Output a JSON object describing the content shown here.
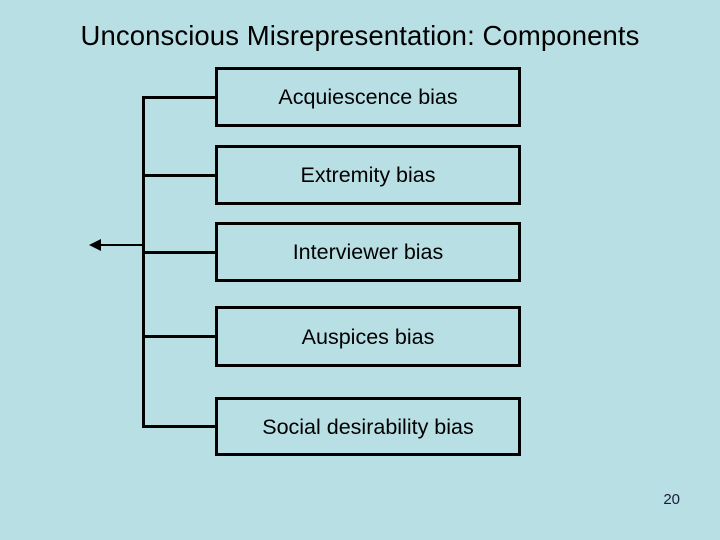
{
  "slide": {
    "title": "Unconscious Misrepresentation: Components",
    "page_number": "20",
    "background_color": "#b8dfe4",
    "line_color": "#000000",
    "text_color": "#000000"
  },
  "diagram": {
    "type": "bracket-list",
    "arrow_direction": "left",
    "items": [
      {
        "label": "Acquiescence bias"
      },
      {
        "label": "Extremity bias"
      },
      {
        "label": "Interviewer bias"
      },
      {
        "label": "Auspices bias"
      },
      {
        "label": "Social desirability bias"
      }
    ]
  }
}
